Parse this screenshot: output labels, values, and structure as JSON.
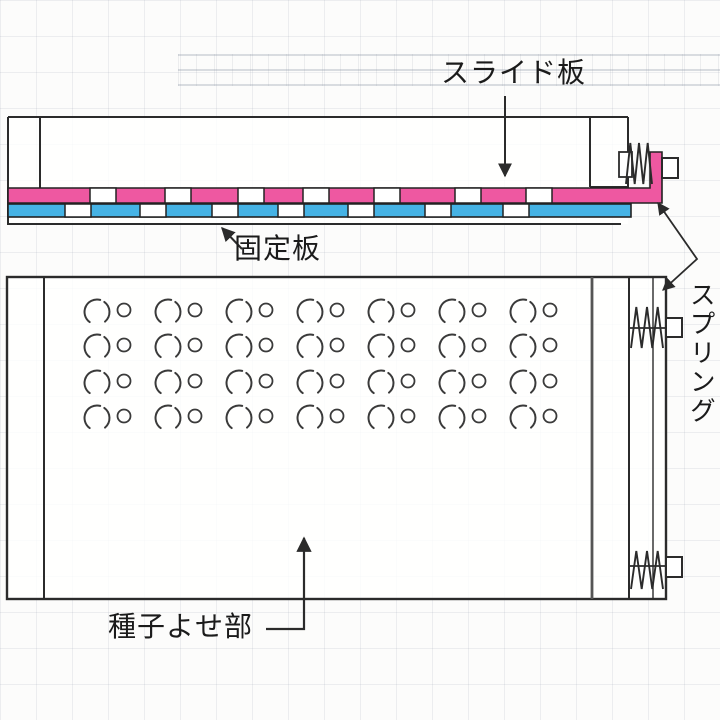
{
  "diagram": {
    "labels": {
      "slide_plate": "スライド板",
      "fixed_plate": "固定板",
      "spring": "スプリング",
      "seed_gather": "種子よせ部"
    },
    "colors": {
      "slide_plate": "#ee58a1",
      "fixed_plate": "#46b3e5",
      "line": "#2b2b2b",
      "thick_gray_line": "#555555",
      "text": "#1b1b1b",
      "paper": "#fcfcfb"
    },
    "seed_grid": {
      "rows": 4,
      "cols": 7
    },
    "slide_plate_slots": {
      "count": 7
    },
    "fixed_plate_slots": {
      "count": 7
    },
    "springs": {
      "count": 3
    }
  }
}
